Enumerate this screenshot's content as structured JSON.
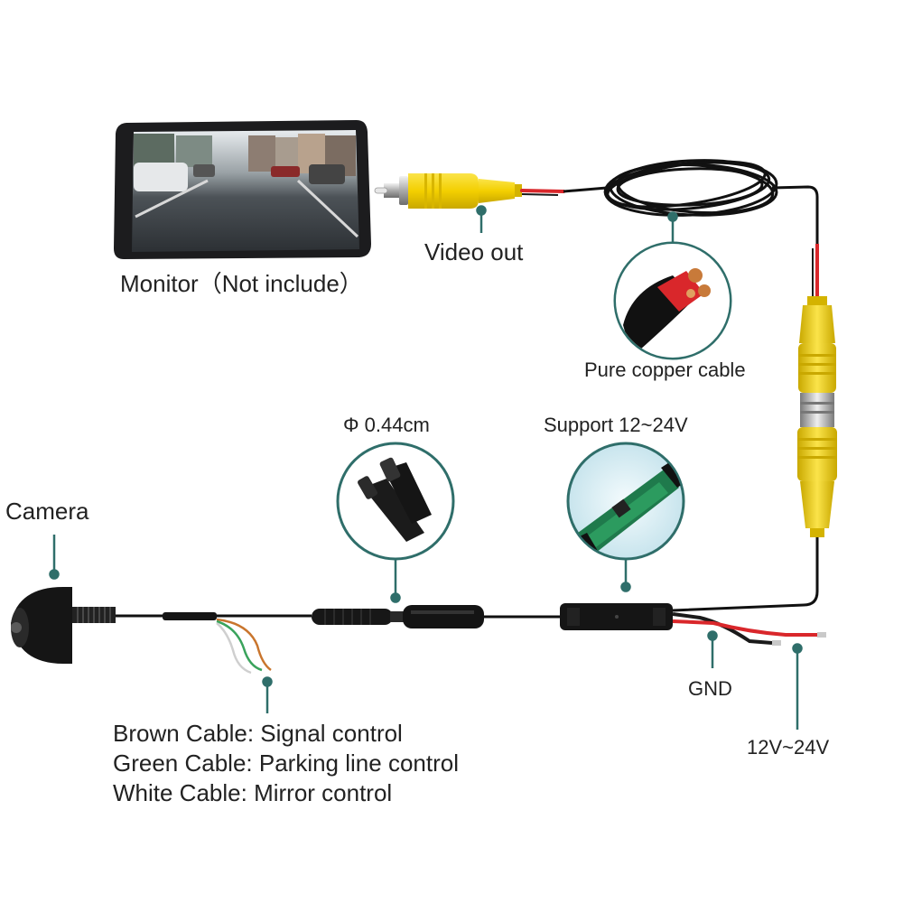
{
  "labels": {
    "monitor": "Monitor（Not include）",
    "video_out": "Video out",
    "pure_copper": "Pure copper cable",
    "diameter": "Φ 0.44cm",
    "support": "Support 12~24V",
    "camera": "Camera",
    "gnd": "GND",
    "voltage": "12V~24V"
  },
  "legend": [
    "Brown Cable: Signal control",
    "Green Cable: Parking line control",
    "White Cable: Mirror control"
  ],
  "colors": {
    "accent_teal": "#2f6e6a",
    "rca_yellow": "#f6d400",
    "wire_red": "#d9272b",
    "wire_black": "#1a1a1a",
    "wire_brown": "#c9752d",
    "wire_green": "#3aa35c"
  }
}
